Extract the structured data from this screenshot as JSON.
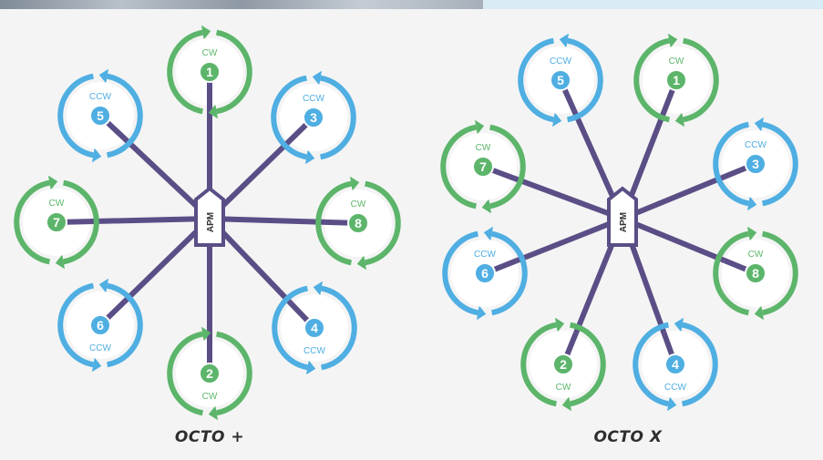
{
  "colors": {
    "background": "#f4f4f4",
    "arm": "#5b4e86",
    "cw_green": "#5cb56a",
    "ccw_blue": "#4faee2",
    "controller_fill": "#ffffff",
    "controller_stroke": "#5b4e86"
  },
  "diagrams": [
    {
      "id": "octo-plus",
      "caption": "OCTO +",
      "controller_label": "APM",
      "motors": [
        {
          "number": "1",
          "direction": "CW"
        },
        {
          "number": "3",
          "direction": "CCW"
        },
        {
          "number": "8",
          "direction": "CW"
        },
        {
          "number": "4",
          "direction": "CCW"
        },
        {
          "number": "2",
          "direction": "CW"
        },
        {
          "number": "6",
          "direction": "CCW"
        },
        {
          "number": "7",
          "direction": "CW"
        },
        {
          "number": "5",
          "direction": "CCW"
        }
      ]
    },
    {
      "id": "octo-x",
      "caption": "OCTO X",
      "controller_label": "APM",
      "motors": [
        {
          "number": "1",
          "direction": "CW"
        },
        {
          "number": "3",
          "direction": "CCW"
        },
        {
          "number": "8",
          "direction": "CW"
        },
        {
          "number": "4",
          "direction": "CCW"
        },
        {
          "number": "2",
          "direction": "CW"
        },
        {
          "number": "6",
          "direction": "CCW"
        },
        {
          "number": "7",
          "direction": "CW"
        },
        {
          "number": "5",
          "direction": "CCW"
        }
      ]
    }
  ]
}
